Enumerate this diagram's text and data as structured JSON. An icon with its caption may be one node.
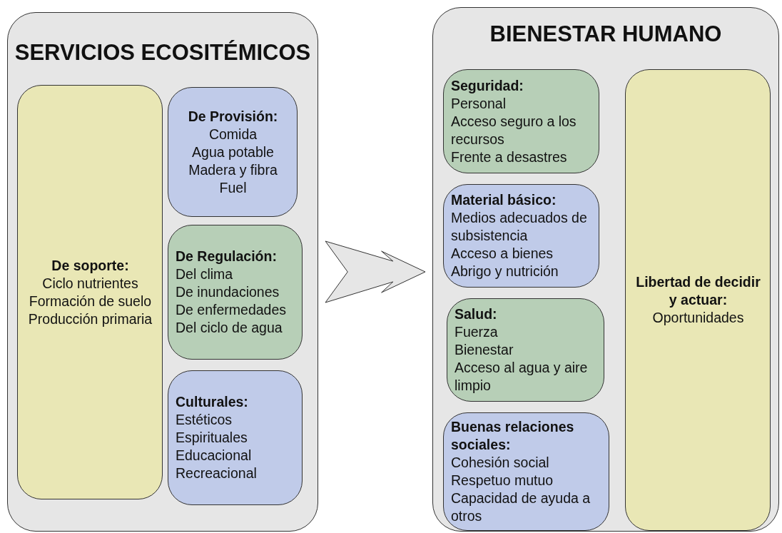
{
  "diagram": {
    "nodes": [
      {
        "text": [
          "SERVICIOS ECOSITÉMICOS"
        ]
      },
      {
        "text": [
          "De soporte:",
          "Ciclo nutrientes",
          "Formación de suelo",
          "Producción primaria"
        ],
        "in": 0
      },
      {
        "text": [
          "De Provisión:",
          "Comida",
          "Agua potable",
          "Madera y fibra",
          "Fuel"
        ],
        "in": 0
      },
      {
        "text": [
          "De Regulación:",
          "Del clima",
          "De inundaciones",
          "De enfermedades",
          "Del ciclo de agua"
        ],
        "in": 0
      },
      {
        "text": [
          "Culturales:",
          "Estéticos",
          "Espirituales",
          "Educacional",
          "Recreacional"
        ],
        "in": 0
      },
      {
        "text": [
          "BIENESTAR HUMANO"
        ]
      },
      {
        "text": [
          "Seguridad:",
          "Personal",
          "Acceso seguro a los recursos",
          "Frente a desastres"
        ],
        "in": 5
      },
      {
        "text": [
          "Material básico:",
          "Medios adecuados de subsistencia",
          "Acceso a bienes",
          "Abrigo y nutrición"
        ],
        "in": 5
      },
      {
        "text": [
          "Salud:",
          "Fuerza",
          "Bienestar",
          "Acceso al agua y aire limpio"
        ],
        "in": 5
      },
      {
        "text": [
          "Buenas relaciones sociales:",
          "Cohesión social",
          "Respetuo mutuo",
          "Capacidad de ayuda a otros"
        ],
        "in": 5
      },
      {
        "text": [
          "Libertad de decidir y actuar:",
          "Oportunidades"
        ],
        "in": 5
      }
    ],
    "edges": [
      {
        "from": 0,
        "to": 5,
        "arrow": "to"
      }
    ]
  }
}
